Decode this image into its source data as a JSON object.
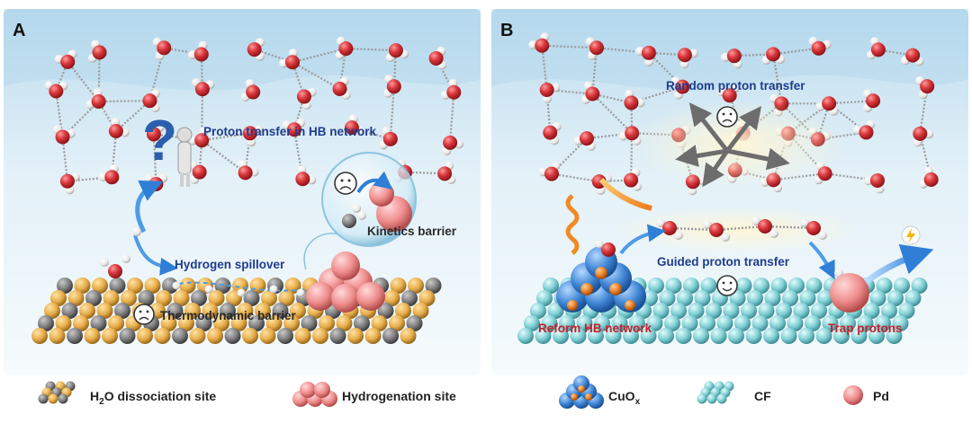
{
  "panels": {
    "a": {
      "letter": "A",
      "proton_transfer_label": "Proton transfer in HB network",
      "kinetics_label": "Kinetics barrier",
      "spillover_label": "Hydrogen spillover",
      "thermo_label": "Thermodynamic barrier"
    },
    "b": {
      "letter": "B",
      "random_label": "Random proton transfer",
      "guided_label": "Guided proton transfer",
      "reform_label": "Reform HB network",
      "trap_label": "Trap protons"
    }
  },
  "legend": {
    "h2o_prefix": "H",
    "h2o_sub": "2",
    "h2o_suffix": "O dissociation site",
    "hydrogenation": "Hydrogenation site",
    "cuox_main": "CuO",
    "cuox_sub": "x",
    "cf": "CF",
    "pd": "Pd"
  },
  "colors": {
    "water_bg_top": "#cfe7f3",
    "water_bg_bottom": "#f4fafd",
    "oxygen": "#d8373c",
    "hydrogen": "#f2f2f2",
    "substrate_gold": "#e7ad4a",
    "substrate_gray": "#7d7d7d",
    "cf_teal": "#7fcfd4",
    "pd_pink": "#ef8d8d",
    "cuox_blue": "#3f86d6",
    "cuox_orange": "#ea7d22",
    "label_blue": "#1e3c8c",
    "label_red": "#c8202a"
  }
}
